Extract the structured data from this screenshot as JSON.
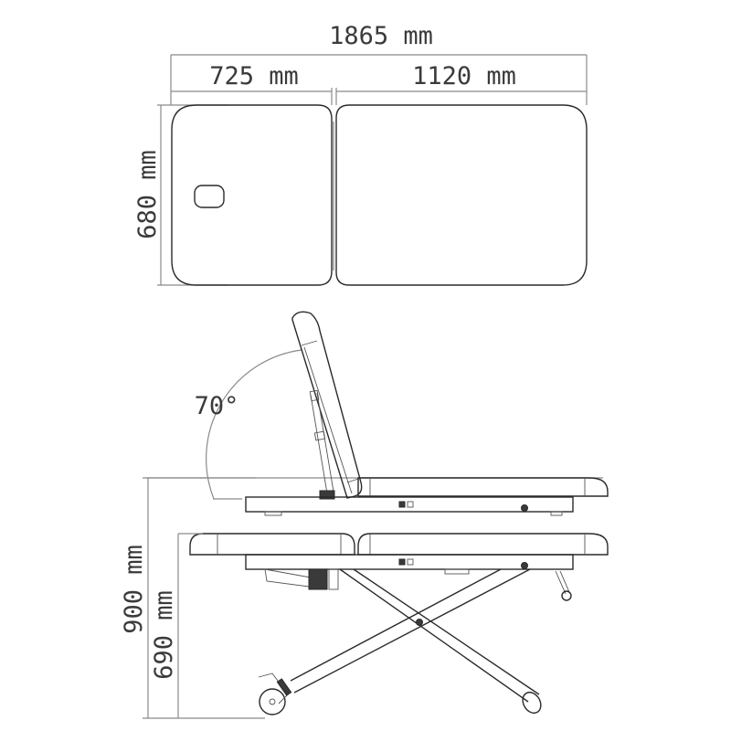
{
  "diagram": {
    "subject": "two-section treatment table, top and side views",
    "top_view": {
      "total_length_label": "1865 mm",
      "head_section_label": "725 mm",
      "body_section_label": "1120 mm",
      "width_label": "680 mm",
      "face_hole": "face-hole"
    },
    "side_view": {
      "backrest_angle_label": "70°",
      "max_height_label": "900 mm",
      "min_height_label": "690 mm"
    },
    "colors": {
      "line": "#2a2a2a",
      "dimension_line": "#8a8a8a",
      "text": "#3a3a3a",
      "background": "#ffffff"
    }
  }
}
